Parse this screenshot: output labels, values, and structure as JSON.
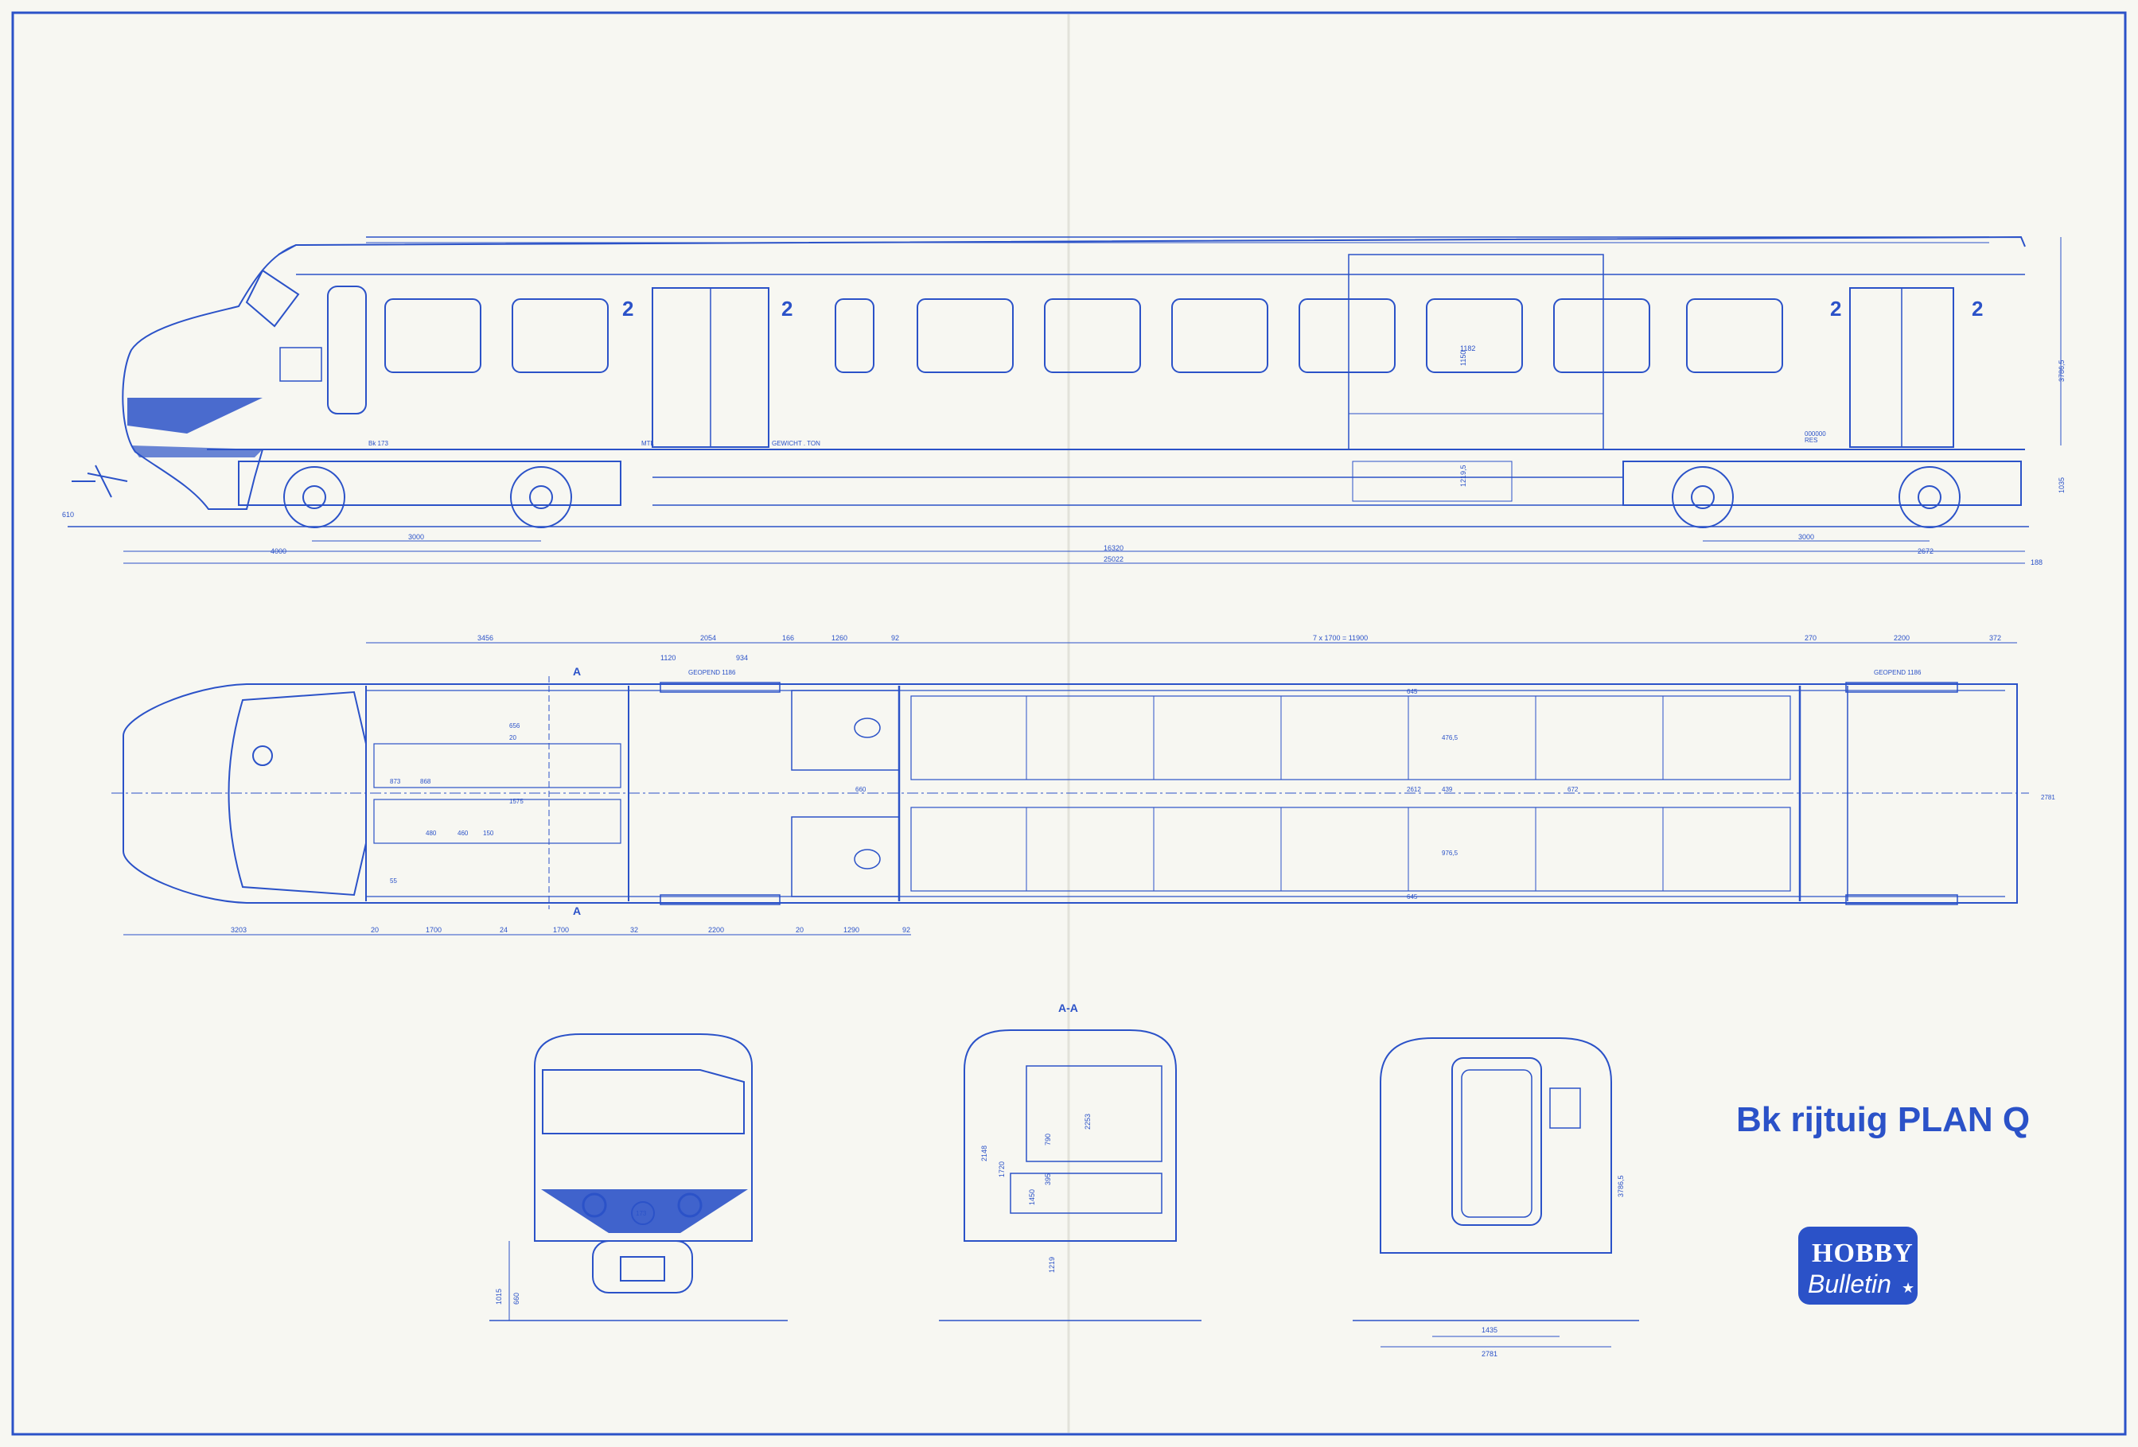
{
  "title": "Bk rijtuig PLAN Q",
  "logo": {
    "line1": "HOBBY",
    "line2": "Bulletin",
    "star": "★"
  },
  "colors": {
    "ink": "#2b52c8",
    "paper": "#f7f7f2"
  },
  "side_view": {
    "class_marks": [
      "2",
      "2",
      "2",
      "2"
    ],
    "car_marking": "Bk 173",
    "text_mtl": "MTL",
    "text_weight": "GEWICHT . TON",
    "text_number": "000000",
    "text_code": "RES",
    "dims": {
      "d610": "610",
      "d4000": "4000",
      "d3000a": "3000",
      "d16320": "16320",
      "d25022": "25022",
      "d3000b": "3000",
      "d2672": "2672",
      "d188": "188",
      "d3786": "3786,5",
      "d1035": "1035",
      "d1182": "1182",
      "d1150": "1150",
      "d1219": "1219,5"
    }
  },
  "plan_view": {
    "section_marks": [
      "A",
      "A"
    ],
    "door_label_1": "GEOPEND 1186",
    "door_label_2": "GEOPEND 1186",
    "top_dims": [
      "3456",
      "2054",
      "166",
      "1260",
      "92",
      "7 x 1700 = 11900",
      "270",
      "2200",
      "372"
    ],
    "sub_dims": [
      "1120",
      "934"
    ],
    "bottom_dims": [
      "3203",
      "20",
      "1700",
      "24",
      "1700",
      "32",
      "2200",
      "20",
      "1290",
      "92"
    ],
    "inner_dims": [
      "645",
      "476,5",
      "2612",
      "439",
      "672",
      "976,5",
      "645",
      "2781",
      "660",
      "873",
      "868",
      "1575",
      "480",
      "460",
      "150",
      "656",
      "20",
      "55"
    ]
  },
  "end_views": {
    "section_label": "A-A",
    "front": {
      "dim_1015": "1015",
      "dim_660": "660",
      "number": "173"
    },
    "section": {
      "dims": [
        "2148",
        "1720",
        "790",
        "2253",
        "1450",
        "395",
        "1219"
      ]
    },
    "rear": {
      "dims": [
        "3786,5",
        "1435",
        "2781"
      ]
    }
  }
}
